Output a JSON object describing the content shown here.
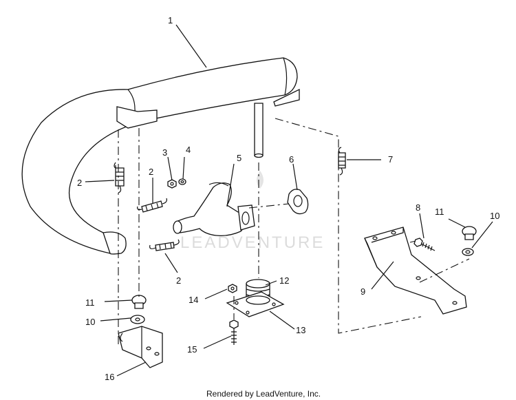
{
  "callouts": {
    "c1": "1",
    "c2a": "2",
    "c2b": "2",
    "c2c": "2",
    "c3": "3",
    "c4": "4",
    "c5": "5",
    "c6": "6",
    "c7": "7",
    "c8": "8",
    "c9": "9",
    "c10a": "10",
    "c10b": "10",
    "c11a": "11",
    "c11b": "11",
    "c12": "12",
    "c13": "13",
    "c14": "14",
    "c15": "15",
    "c16": "16"
  },
  "watermark": "LEADVENTURE",
  "footer": "Rendered by LeadVenture, Inc."
}
